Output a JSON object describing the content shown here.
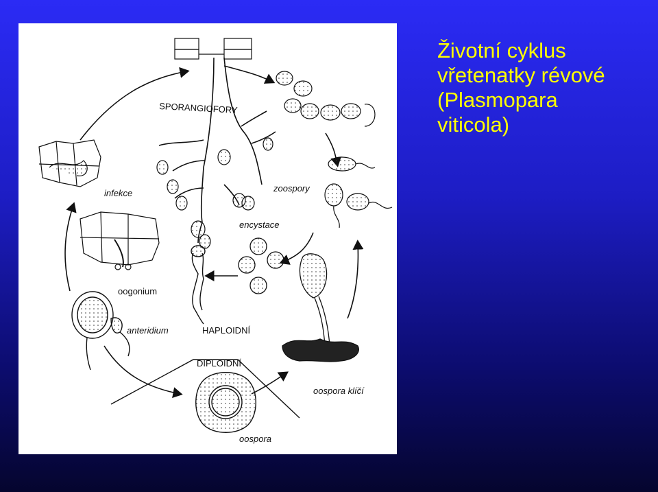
{
  "slide": {
    "title_lines": [
      "Životní cyklus",
      "vřetenatky révové",
      "(Plasmopara",
      "viticola)"
    ],
    "title_color": "#ffff00",
    "background_color": "#1d1dc4"
  },
  "diagram": {
    "labels": {
      "sporangiophore": "SPORANGIOFORY",
      "infection": "infekce",
      "zoospores": "zoospory",
      "encystment": "encystace",
      "oogonium": "oogonium",
      "antheridium": "anteridium",
      "haploid": "HAPLOIDNÍ",
      "diploid": "DIPLOIDNÍ",
      "oospore_germinating": "oospora klíčí",
      "oospore": "oospora"
    }
  }
}
